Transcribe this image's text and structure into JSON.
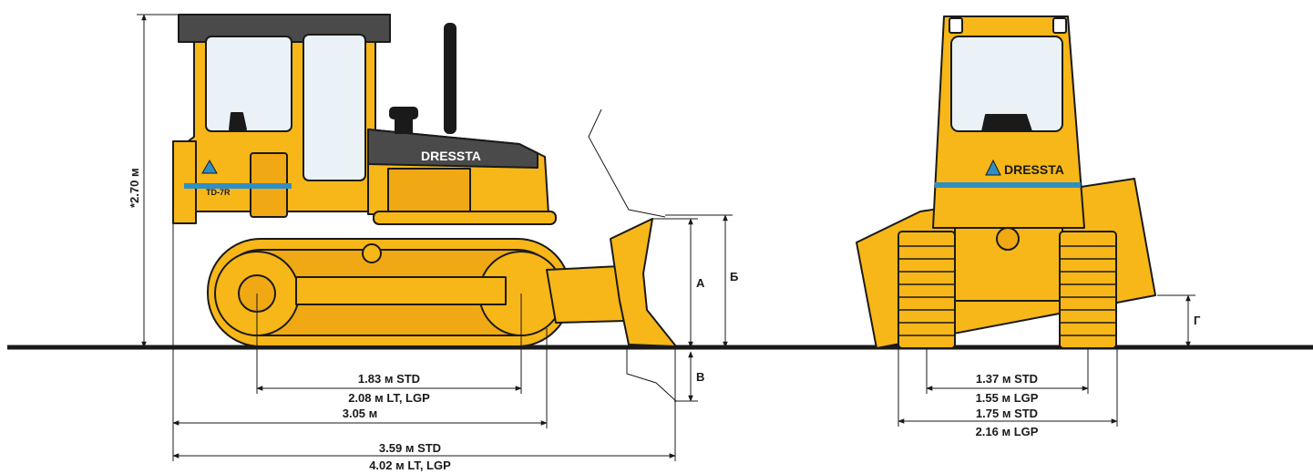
{
  "brand": {
    "name": "DRESSTA",
    "model": "TD-7R",
    "yellow": "#f7b718",
    "yellow_dark": "#e39a0c",
    "stripe_blue": "#2f8fc4",
    "outline": "#1a1a1a",
    "hood_gray": "#4a4a4a",
    "glass": "#eaf2f8"
  },
  "side_view": {
    "height_label": "*2.70 м",
    "track_center_std": "1.83 м  STD",
    "track_center_lt": "2.08 м  LT, LGP",
    "track_length": "3.05 м",
    "overall_std": "3.59 м  STD",
    "overall_lt": "4.02 м  LT, LGP",
    "blade_lift_label": "А",
    "blade_total_label": "Б",
    "blade_drop_label": "В"
  },
  "front_view": {
    "gauge_std": "1.37 м  STD",
    "gauge_lgp": "1.55 м  LGP",
    "width_std": "1.75 м  STD",
    "width_lgp": "2.16 м  LGP",
    "clearance_label": "Г"
  }
}
